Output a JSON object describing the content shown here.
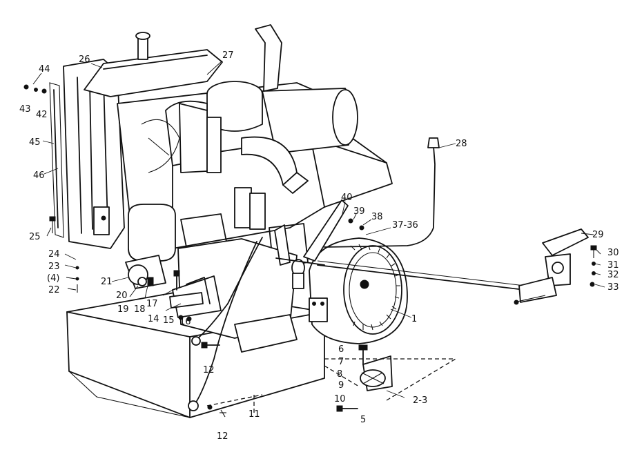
{
  "callouts": [
    {
      "id": "c44",
      "text": "44"
    },
    {
      "id": "c43",
      "text": "43"
    },
    {
      "id": "c42",
      "text": "42"
    },
    {
      "id": "c45",
      "text": "45"
    },
    {
      "id": "c46",
      "text": "46"
    },
    {
      "id": "c25",
      "text": "25"
    },
    {
      "id": "c24",
      "text": "24"
    },
    {
      "id": "c23",
      "text": "23"
    },
    {
      "id": "c4",
      "text": "(4)"
    },
    {
      "id": "c22",
      "text": "22"
    },
    {
      "id": "c21",
      "text": "21"
    },
    {
      "id": "c20",
      "text": "20"
    },
    {
      "id": "c19",
      "text": "19"
    },
    {
      "id": "c18",
      "text": "18"
    },
    {
      "id": "c17",
      "text": "17"
    },
    {
      "id": "c14",
      "text": "14"
    },
    {
      "id": "c15",
      "text": "15"
    },
    {
      "id": "c16",
      "text": "16"
    },
    {
      "id": "c26",
      "text": "26"
    },
    {
      "id": "c27",
      "text": "27"
    },
    {
      "id": "c28",
      "text": "28"
    },
    {
      "id": "c40",
      "text": "40"
    },
    {
      "id": "c39",
      "text": "39"
    },
    {
      "id": "c38",
      "text": "38"
    },
    {
      "id": "c3736",
      "text": "37-36"
    },
    {
      "id": "c29",
      "text": "29"
    },
    {
      "id": "c30",
      "text": "30"
    },
    {
      "id": "c31",
      "text": "31"
    },
    {
      "id": "c32",
      "text": "32"
    },
    {
      "id": "c33",
      "text": "33"
    },
    {
      "id": "c1",
      "text": "1"
    },
    {
      "id": "c6",
      "text": "6"
    },
    {
      "id": "c7",
      "text": "7"
    },
    {
      "id": "c8",
      "text": "8"
    },
    {
      "id": "c9",
      "text": "9"
    },
    {
      "id": "c10",
      "text": "10"
    },
    {
      "id": "c23b",
      "text": "2-3"
    },
    {
      "id": "c5",
      "text": "5"
    },
    {
      "id": "c12a",
      "text": "12"
    },
    {
      "id": "c11",
      "text": "11"
    },
    {
      "id": "c12b",
      "text": "12"
    }
  ]
}
